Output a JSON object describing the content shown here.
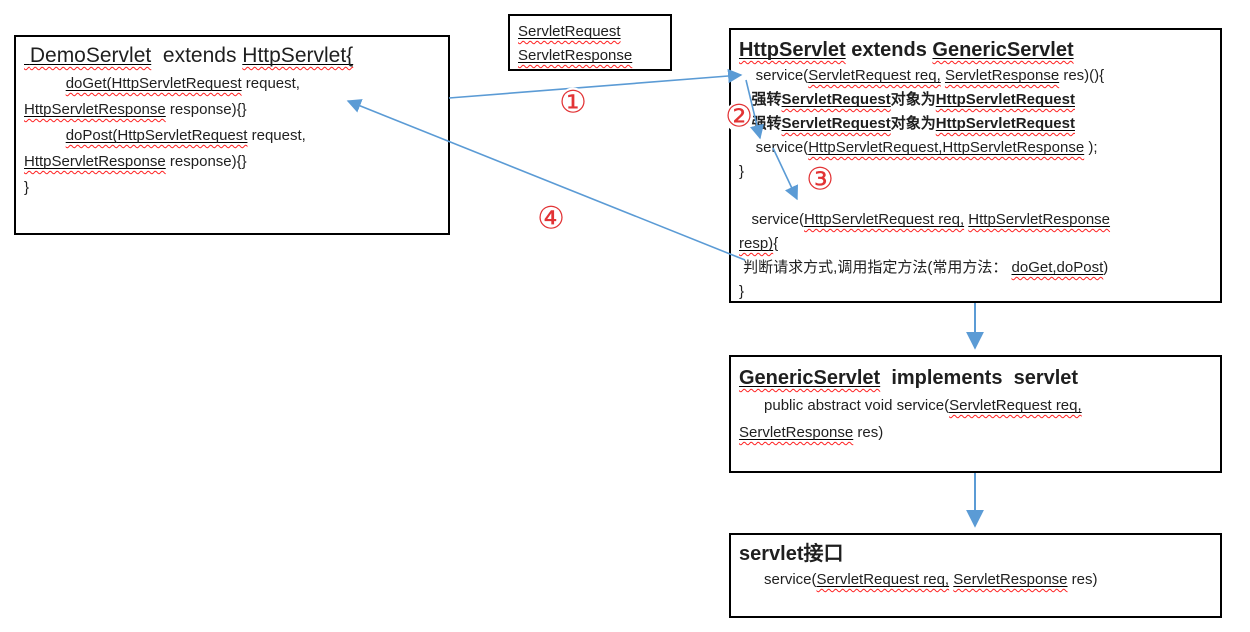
{
  "colors": {
    "arrow_blue": "#5b9bd5",
    "marker_red": "#e23335",
    "squiggle_red": "#ff1f1f",
    "border_black": "#000000"
  },
  "markers": [
    "①",
    "②",
    "③",
    "④"
  ],
  "boxes": {
    "demo": {
      "lines": [
        {
          "cls": "t",
          "segs": [
            {
              "t": " DemoServlet",
              "u": 1,
              "sq": 1
            },
            {
              "t": "  extends "
            },
            {
              "t": "HttpServlet{",
              "u": 1,
              "sq": 1
            }
          ]
        },
        {
          "segs": [
            {
              "t": "          "
            },
            {
              "t": "doGet(HttpServletRequest",
              "u": 1,
              "sq": 1
            },
            {
              "t": " request,"
            }
          ]
        },
        {
          "segs": [
            {
              "t": "HttpServletResponse",
              "u": 1,
              "sq": 1
            },
            {
              "t": " response){}"
            }
          ]
        },
        {
          "segs": [
            {
              "t": "          "
            },
            {
              "t": "doPost(HttpServletRequest",
              "u": 1,
              "sq": 1
            },
            {
              "t": " request,"
            }
          ]
        },
        {
          "segs": [
            {
              "t": "HttpServletResponse",
              "u": 1,
              "sq": 1
            },
            {
              "t": " response){}"
            }
          ]
        },
        {
          "segs": [
            {
              "t": "}"
            }
          ]
        }
      ]
    },
    "params": {
      "lines": [
        {
          "segs": [
            {
              "t": "ServletRequest",
              "u": 1,
              "sq": 1
            }
          ]
        },
        {
          "segs": [
            {
              "t": "ServletResponse",
              "u": 1,
              "sq": 1
            }
          ]
        }
      ]
    },
    "http": {
      "lines": [
        {
          "cls": "t",
          "segs": [
            {
              "t": "HttpServlet",
              "b": 1,
              "u": 1,
              "sq": 1
            },
            {
              "t": " extends ",
              "b": 1
            },
            {
              "t": "GenericServlet",
              "b": 1,
              "u": 1,
              "sq": 1
            }
          ]
        },
        {
          "segs": [
            {
              "t": "    service("
            },
            {
              "t": "ServletRequest req,",
              "u": 1,
              "sq": 1
            },
            {
              "t": " "
            },
            {
              "t": "ServletResponse",
              "u": 1,
              "sq": 1
            },
            {
              "t": " res)(){"
            }
          ]
        },
        {
          "segs": [
            {
              "t": "   强转",
              "b": 1
            },
            {
              "t": "ServletRequest",
              "b": 1,
              "u": 1,
              "sq": 1
            },
            {
              "t": "对象为",
              "b": 1
            },
            {
              "t": "HttpServletRequest",
              "b": 1,
              "u": 1,
              "sq": 1
            }
          ]
        },
        {
          "segs": [
            {
              "t": "   强转",
              "b": 1
            },
            {
              "t": "ServletRequest",
              "b": 1,
              "u": 1,
              "sq": 1
            },
            {
              "t": "对象为",
              "b": 1
            },
            {
              "t": "HttpServletRequest",
              "b": 1,
              "u": 1,
              "sq": 1
            }
          ]
        },
        {
          "segs": [
            {
              "t": "    service("
            },
            {
              "t": "HttpServletRequest,HttpServletResponse",
              "u": 1,
              "sq": 1
            },
            {
              "t": " );"
            }
          ]
        },
        {
          "segs": [
            {
              "t": "}"
            }
          ]
        },
        {
          "segs": []
        },
        {
          "segs": [
            {
              "t": "   service("
            },
            {
              "t": "HttpServletRequest req,",
              "u": 1,
              "sq": 1
            },
            {
              "t": " "
            },
            {
              "t": "HttpServletResponse",
              "u": 1,
              "sq": 1
            }
          ]
        },
        {
          "segs": [
            {
              "t": "resp)",
              "u": 1,
              "sq": 1
            },
            {
              "t": "{"
            }
          ]
        },
        {
          "segs": [
            {
              "t": " 判断请求方式,调用指定方法(常用方法： "
            },
            {
              "t": "doGet,doPost",
              "u": 1,
              "sq": 1
            },
            {
              "t": ")"
            }
          ]
        },
        {
          "segs": [
            {
              "t": "}"
            }
          ]
        }
      ]
    },
    "generic": {
      "lines": [
        {
          "cls": "t",
          "segs": [
            {
              "t": "GenericServlet",
              "b": 1,
              "u": 1,
              "sq": 1
            },
            {
              "t": "  implements  servlet",
              "b": 1
            }
          ]
        },
        {
          "segs": [
            {
              "t": "      public abstract void service("
            },
            {
              "t": "ServletRequest req,",
              "u": 1,
              "sq": 1
            }
          ]
        },
        {
          "segs": [
            {
              "t": "ServletResponse",
              "u": 1,
              "sq": 1
            },
            {
              "t": " res)"
            }
          ]
        }
      ]
    },
    "servlet_if": {
      "lines": [
        {
          "cls": "t",
          "segs": [
            {
              "t": "servlet接口",
              "b": 1
            }
          ]
        },
        {
          "segs": [
            {
              "t": "      service("
            },
            {
              "t": "ServletRequest req,",
              "u": 1,
              "sq": 1
            },
            {
              "t": " "
            },
            {
              "t": "ServletResponse",
              "u": 1,
              "sq": 1
            },
            {
              "t": " res)"
            }
          ]
        }
      ]
    }
  }
}
